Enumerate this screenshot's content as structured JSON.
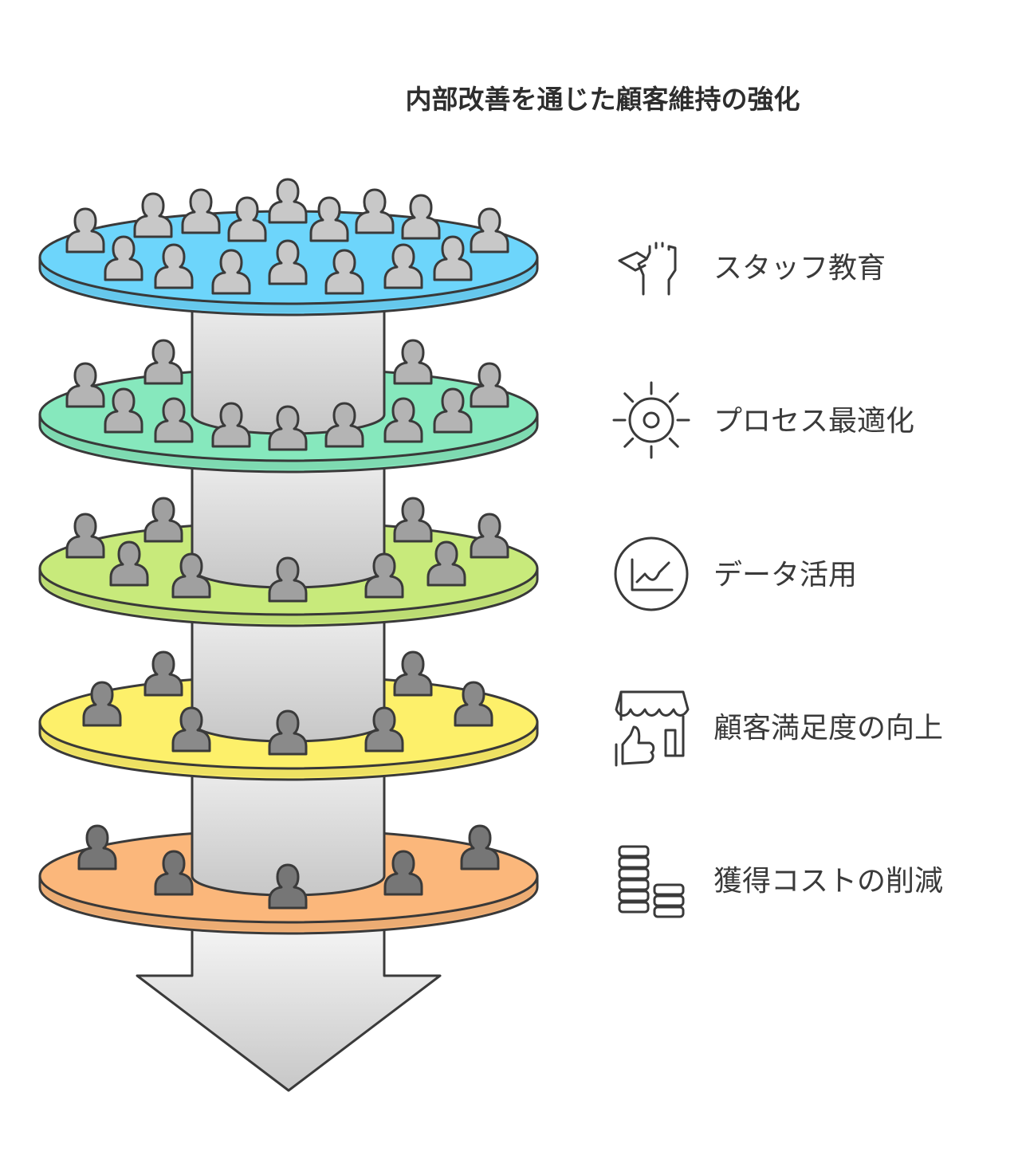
{
  "title": "内部改善を通じた顧客維持の強化",
  "layers": [
    {
      "label": "スタッフ教育",
      "icon": "teaching-hand-icon",
      "color": "#6dd5fb",
      "people_color": "#c8c8c8"
    },
    {
      "label": "プロセス最適化",
      "icon": "gear-icon",
      "color": "#86e8bd",
      "people_color": "#b4b4b4"
    },
    {
      "label": "データ活用",
      "icon": "line-chart-icon",
      "color": "#c8ea7b",
      "people_color": "#a0a0a0"
    },
    {
      "label": "顧客満足度の向上",
      "icon": "storefront-thumbs-up-icon",
      "color": "#fdf06a",
      "people_color": "#8a8a8a"
    },
    {
      "label": "獲得コストの削減",
      "icon": "coin-stacks-icon",
      "color": "#fbb77b",
      "people_color": "#767676"
    }
  ]
}
